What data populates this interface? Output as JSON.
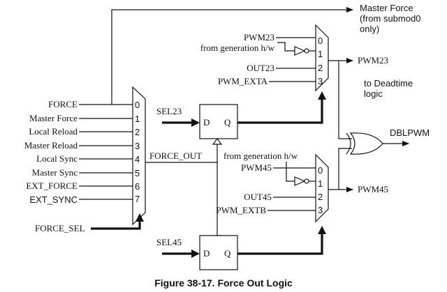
{
  "mux_main": {
    "inputs": [
      "FORCE",
      "Master Force",
      "Local Reload",
      "Master Reload",
      "Local Sync",
      "Master Sync",
      "EXT_FORCE",
      "EXT_SYNC"
    ],
    "numbers": [
      "0",
      "1",
      "2",
      "3",
      "4",
      "5",
      "6",
      "7"
    ],
    "select_label": "FORCE_SEL",
    "output_label": "FORCE_OUT"
  },
  "master_force": {
    "line1": "Master Force",
    "line2": "(from submod0",
    "line3": "only)"
  },
  "mux23": {
    "in0": "PWM23",
    "gen_label": "from generation h/w",
    "in2": "OUT23",
    "in3": "PWM_EXTA",
    "numbers": [
      "0",
      "1",
      "2",
      "3"
    ],
    "output_label": "PWM23",
    "to_deadtime_line1": "to Deadtime",
    "to_deadtime_line2": "logic"
  },
  "mux45": {
    "in0": "PWM45",
    "gen_label": "from generation h/w",
    "in2": "OUT45",
    "in3": "PWM_EXTB",
    "numbers": [
      "0",
      "1",
      "2",
      "3"
    ],
    "output_label": "PWM45"
  },
  "ff23": {
    "sel_label": "SEL23",
    "d": "D",
    "q": "Q"
  },
  "ff45": {
    "sel_label": "SEL45",
    "d": "D",
    "q": "Q"
  },
  "xor_output": "DBLPWM",
  "caption": "Figure 38-17. Force Out Logic"
}
